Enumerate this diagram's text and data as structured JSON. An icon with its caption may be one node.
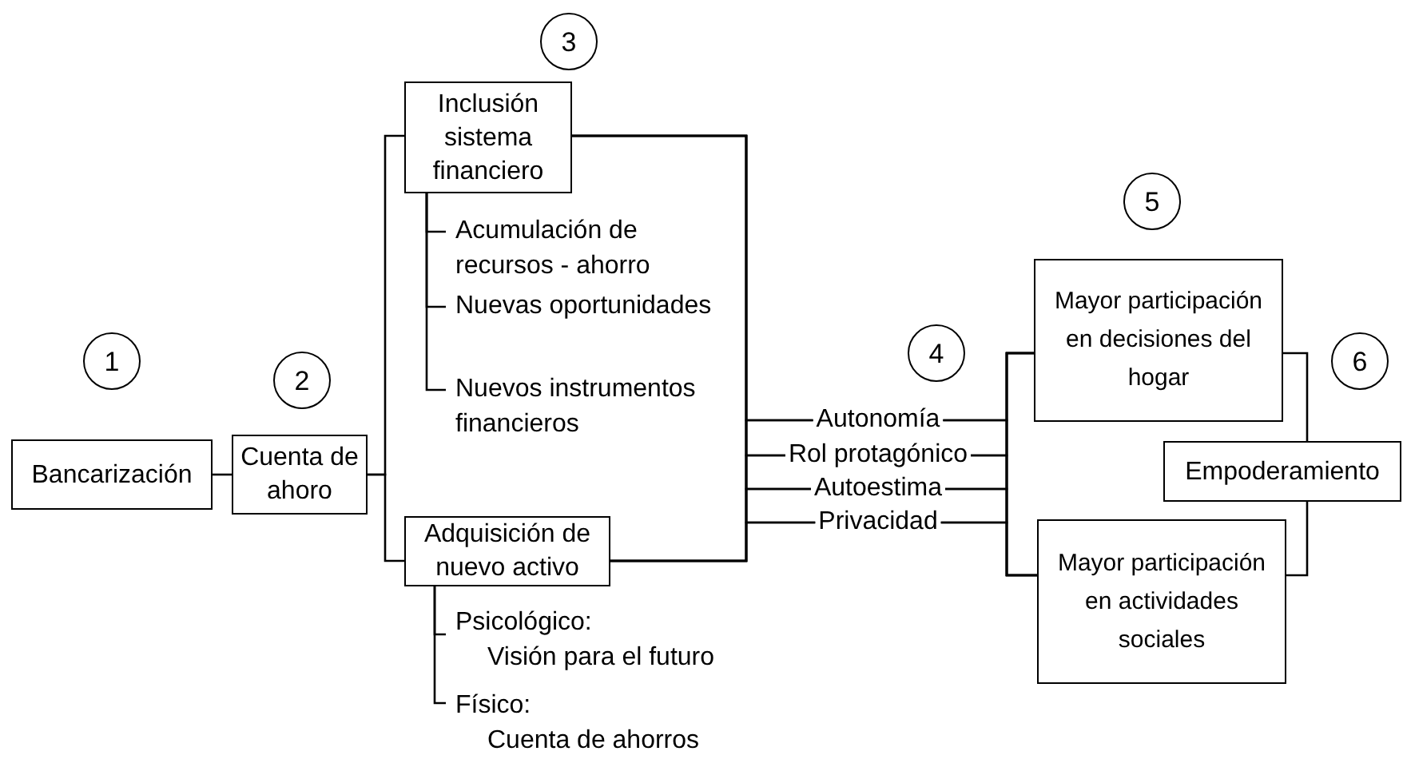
{
  "diagram": {
    "nodes": [
      {
        "text": [
          "1"
        ]
      },
      {
        "text": [
          "2"
        ]
      },
      {
        "text": [
          "3"
        ]
      },
      {
        "text": [
          "4"
        ]
      },
      {
        "text": [
          "5"
        ]
      },
      {
        "text": [
          "6"
        ]
      },
      {
        "text": [
          "Bancarización"
        ]
      },
      {
        "text": [
          "Cuenta de ahoro"
        ]
      },
      {
        "text": [
          "Inclusión sistema financiero"
        ]
      },
      {
        "text": [
          "Acumulación de recursos - ahorro"
        ]
      },
      {
        "text": [
          "Nuevas oportunidades"
        ]
      },
      {
        "text": [
          "Nuevos instrumentos financieros"
        ]
      },
      {
        "text": [
          "Adquisición de nuevo activo"
        ]
      },
      {
        "text": [
          "Psicológico:",
          "Visión para el futuro"
        ]
      },
      {
        "text": [
          "Físico:",
          "Cuenta de ahorros"
        ]
      },
      {
        "text": [
          "Autonomía"
        ]
      },
      {
        "text": [
          "Rol protagónico"
        ]
      },
      {
        "text": [
          "Autoestima"
        ]
      },
      {
        "text": [
          "Privacidad"
        ]
      },
      {
        "text": [
          "Mayor participación en decisiones del hogar"
        ]
      },
      {
        "text": [
          "Mayor participación en actividades sociales"
        ]
      },
      {
        "text": [
          "Empoderamiento"
        ]
      }
    ],
    "edges": [
      {
        "from": 6,
        "to": 7,
        "arrow": "none"
      },
      {
        "from": 7,
        "to": 8,
        "arrow": "none"
      },
      {
        "from": 7,
        "to": 12,
        "arrow": "none"
      },
      {
        "from": 8,
        "to": 9,
        "arrow": "none"
      },
      {
        "from": 8,
        "to": 10,
        "arrow": "none"
      },
      {
        "from": 8,
        "to": 11,
        "arrow": "none"
      },
      {
        "from": 12,
        "to": 13,
        "arrow": "none"
      },
      {
        "from": 12,
        "to": 14,
        "arrow": "none"
      },
      {
        "from": 8,
        "to": 15,
        "arrow": "none"
      },
      {
        "from": 8,
        "to": 16,
        "arrow": "none"
      },
      {
        "from": 8,
        "to": 17,
        "arrow": "none"
      },
      {
        "from": 8,
        "to": 18,
        "arrow": "none"
      },
      {
        "from": 12,
        "to": 15,
        "arrow": "none"
      },
      {
        "from": 12,
        "to": 16,
        "arrow": "none"
      },
      {
        "from": 12,
        "to": 17,
        "arrow": "none"
      },
      {
        "from": 12,
        "to": 18,
        "arrow": "none"
      },
      {
        "from": 15,
        "to": 19,
        "arrow": "none"
      },
      {
        "from": 15,
        "to": 20,
        "arrow": "none"
      },
      {
        "from": 16,
        "to": 19,
        "arrow": "none"
      },
      {
        "from": 16,
        "to": 20,
        "arrow": "none"
      },
      {
        "from": 17,
        "to": 19,
        "arrow": "none"
      },
      {
        "from": 17,
        "to": 20,
        "arrow": "none"
      },
      {
        "from": 18,
        "to": 19,
        "arrow": "none"
      },
      {
        "from": 18,
        "to": 20,
        "arrow": "none"
      },
      {
        "from": 19,
        "to": 21,
        "arrow": "none"
      },
      {
        "from": 20,
        "to": 21,
        "arrow": "none"
      }
    ]
  }
}
